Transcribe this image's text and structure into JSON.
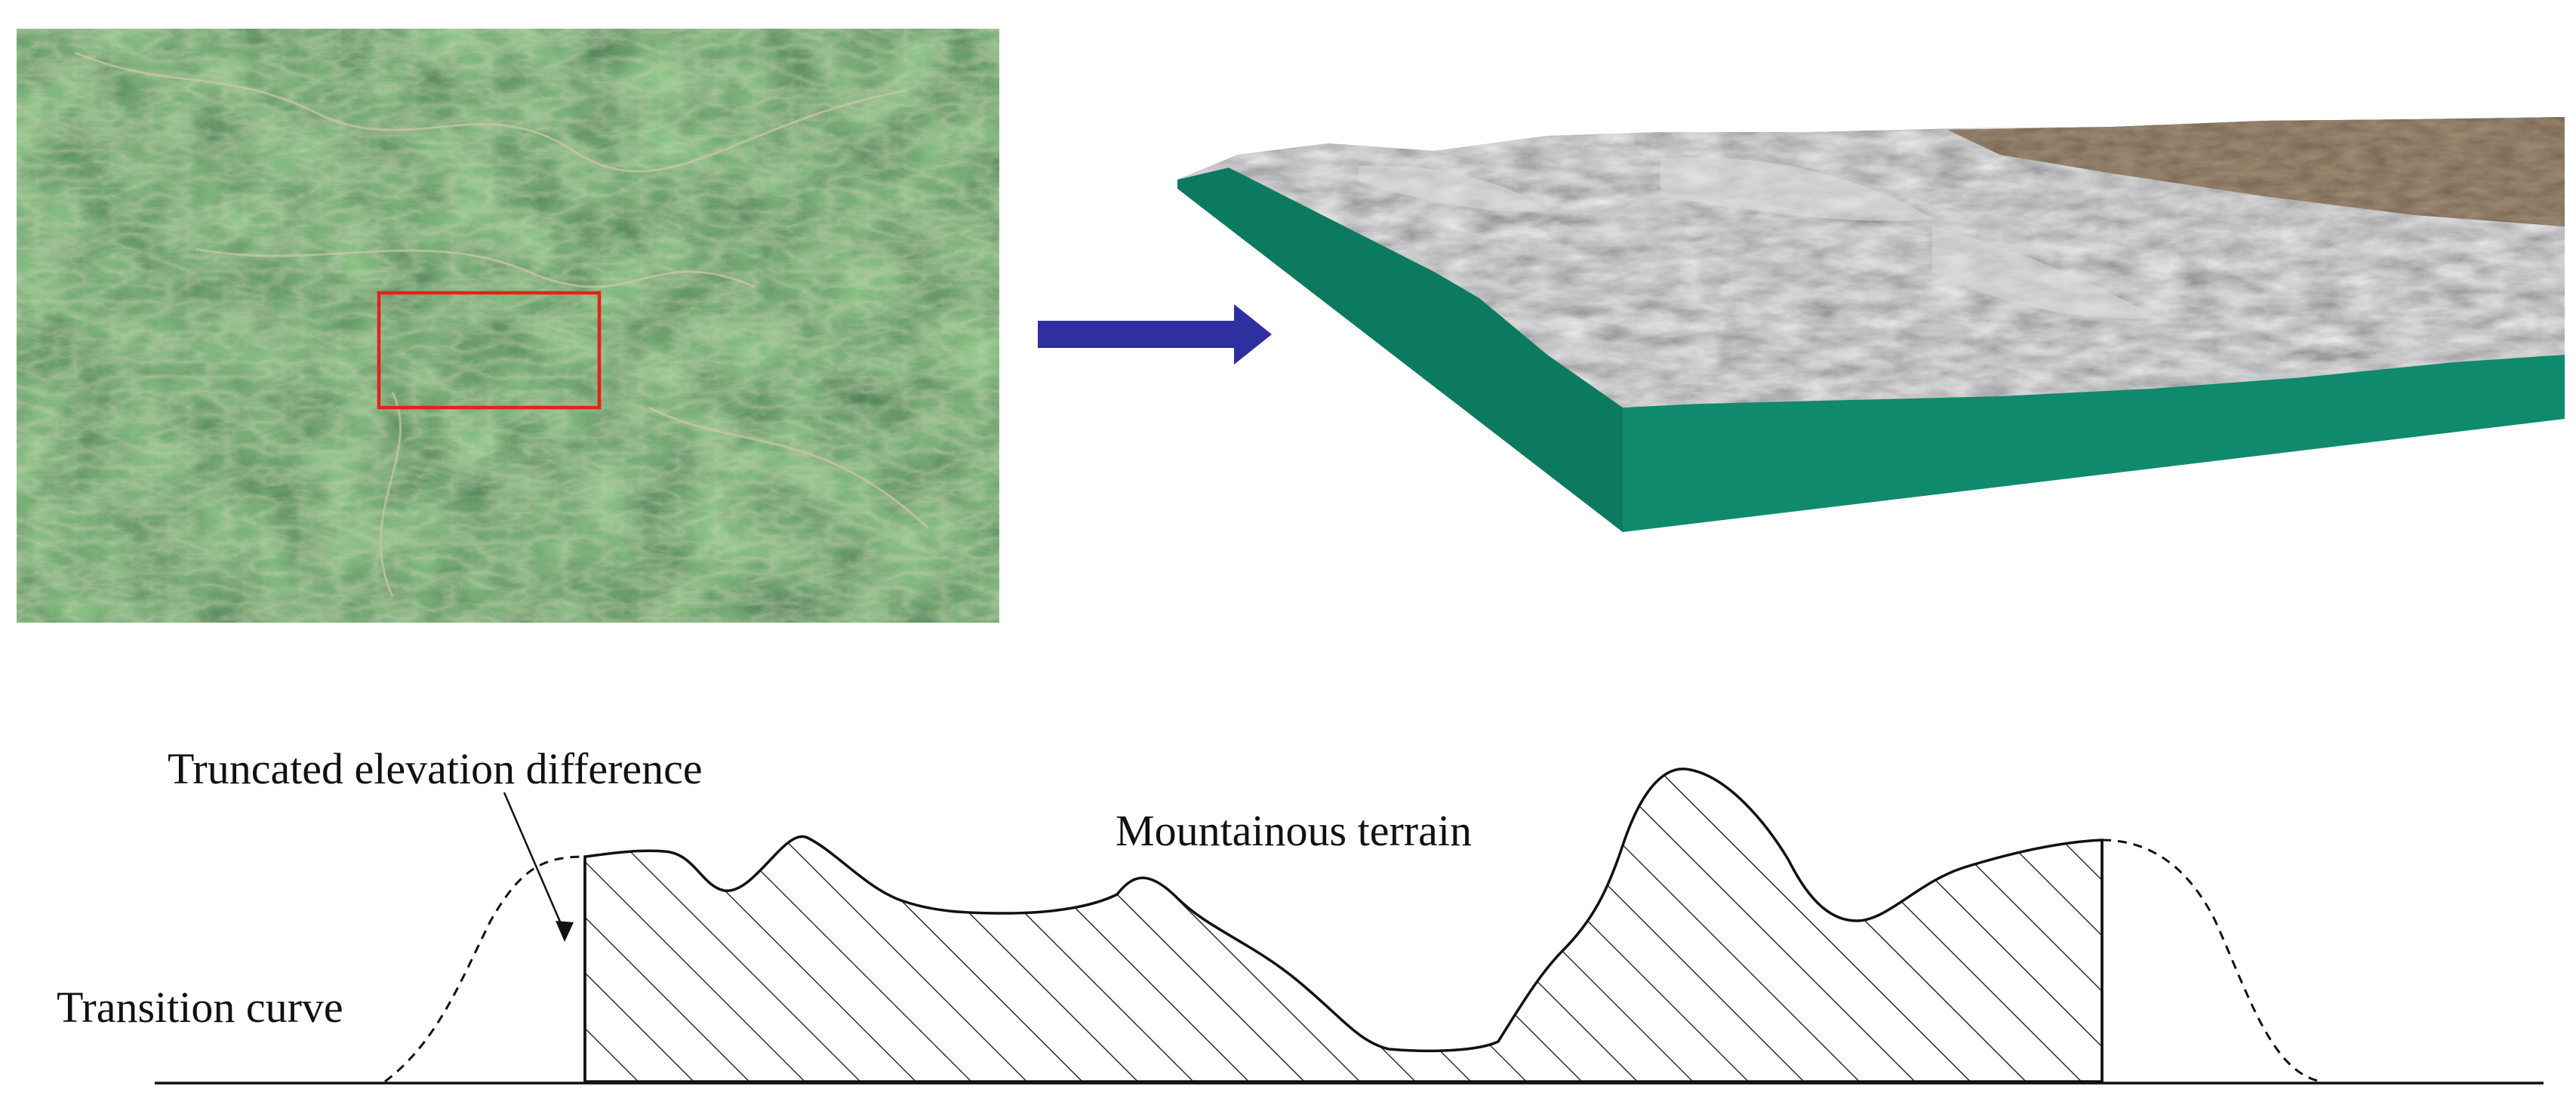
{
  "diagram": {
    "labels": {
      "truncated": "Truncated elevation difference",
      "mountainous": "Mountainous terrain",
      "transition": "Transition curve"
    },
    "colors": {
      "forest_dark": "#1f3d22",
      "forest_mid": "#2f5a2d",
      "highlight_box": "#e2231a",
      "arrow": "#2e2fa0",
      "terrain_side": "#0f8a6d",
      "terrain_gray": "#8c8c8c",
      "terrain_brown": "#5a4633",
      "line": "#111111"
    },
    "icons": {
      "satellite": "satellite-image-icon",
      "arrow": "right-arrow-icon",
      "terrain3d": "terrain-block-icon"
    }
  }
}
